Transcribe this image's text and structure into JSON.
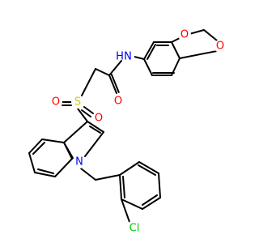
{
  "colors": {
    "carbon": "#000000",
    "oxygen": "#ff0000",
    "nitrogen": "#0000ff",
    "sulfur": "#cccc00",
    "chlorine": "#00cc00"
  },
  "atoms": {
    "o_dioxole_top": "O",
    "o_dioxole_bottom": "O",
    "n_amide": "N",
    "h_amide": "H",
    "o_amide": "O",
    "s_sulfonyl": "S",
    "o_sulfonyl_left": "O",
    "o_sulfonyl_right": "O",
    "n_indole": "N",
    "cl": "Cl"
  }
}
